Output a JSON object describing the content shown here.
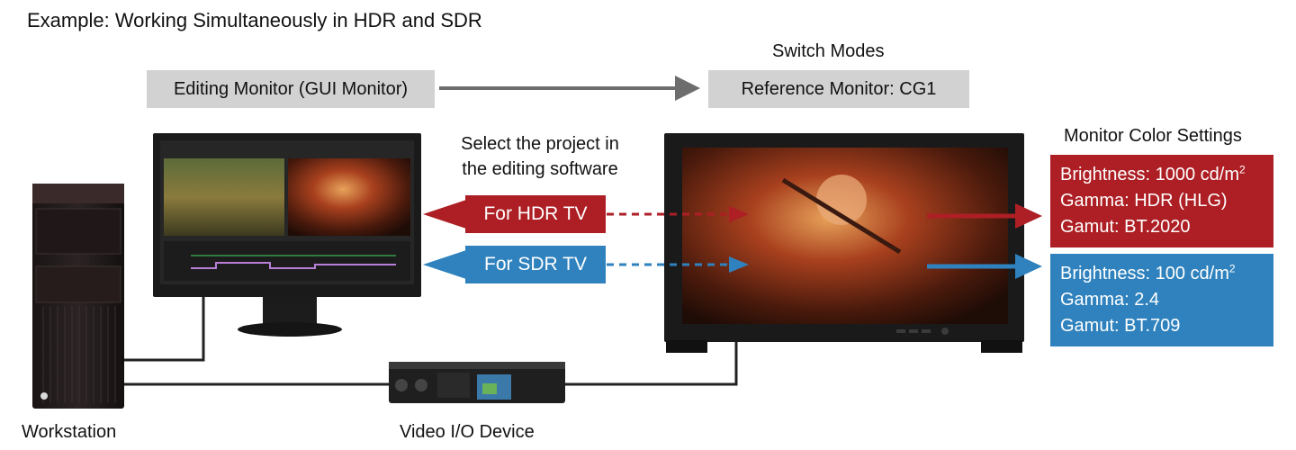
{
  "title": "Example: Working Simultaneously in HDR and SDR",
  "switch_modes": "Switch Modes",
  "editing_monitor": "Editing Monitor (GUI Monitor)",
  "reference_monitor": "Reference Monitor: CG1",
  "select_project": [
    "Select the project in",
    "the editing software"
  ],
  "monitor_color_settings": "Monitor Color Settings",
  "hdr": {
    "tag": "For HDR TV",
    "brightness_label": "Brightness: ",
    "brightness_value": "1000 cd/m",
    "gamma": "Gamma: HDR (HLG)",
    "gamut": "Gamut: BT.2020",
    "color": "#ad1f24"
  },
  "sdr": {
    "tag": "For SDR TV",
    "brightness_label": "Brightness: ",
    "brightness_value": "100 cd/m",
    "gamma": "Gamma: 2.4",
    "gamut": "Gamut: BT.709",
    "color": "#2f82bd"
  },
  "superscript": "2",
  "workstation": "Workstation",
  "video_io": "Video I/O Device",
  "colors": {
    "gray_box": "#d2d2d2",
    "arrow_gray": "#6d6d6d"
  }
}
